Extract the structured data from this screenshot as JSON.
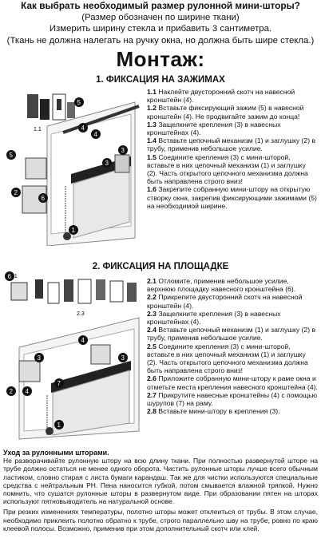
{
  "header": {
    "line1": "Как выбрать необходимый размер рулонной мини-шторы?",
    "line2": "(Размер обозначен по ширине ткани)",
    "line3": "Измерить ширину стекла и прибавить 3 сантиметра.",
    "line4": "(Ткань не должна налегать на ручку окна, но должна быть шире стекла.)"
  },
  "title": "Монтаж:",
  "section1": {
    "title": "1. ФИКСАЦИЯ НА ЗАЖИМАХ",
    "fig_label": "1.1",
    "callouts": [
      "1",
      "2",
      "3",
      "4",
      "5",
      "6",
      "3",
      "4",
      "5"
    ],
    "steps": [
      {
        "num": "1.1",
        "text": " Наклейте двусторонний скотч на навесной кронштейн (4)."
      },
      {
        "num": "1.2",
        "text": " Вставьте фиксирующий зажим (5) в навесной кронштейн (4). Не продвигайте зажим до конца!"
      },
      {
        "num": "1.3",
        "text": " Защелкните крепления (3) в навесных кронштейнах (4)."
      },
      {
        "num": "1.4",
        "text": " Вставьте цепочный механизм (1) и заглушку (2) в трубу, применив небольшое усилие."
      },
      {
        "num": "1.5",
        "text": " Соедините крепления (3) с мини-шторой, вставьте в них цепочный механизм (1) и заглушку (2). Часть открытого цепочного механизма должна быть направлена строго вниз!"
      },
      {
        "num": "1.6",
        "text": " Закрепите собранную мини-штору на открытую створку окна, закрепив фиксирующими зажимами (5) на необходимой ширине."
      }
    ]
  },
  "section2": {
    "title": "2. ФИКСАЦИЯ НА ПЛОЩАДКЕ",
    "fig_label": "2.1",
    "fig_label2": "2.3",
    "callouts": [
      "6",
      "1",
      "2",
      "3",
      "4",
      "7",
      "3",
      "4"
    ],
    "steps": [
      {
        "num": "2.1",
        "text": " Отломите, применив небольшое усилие, верхнюю площадку навесного кронштейна (6)."
      },
      {
        "num": "2.2",
        "text": " Прикрепите двусторонний скотч на навесной кронштейн (4)."
      },
      {
        "num": "2.3",
        "text": " Защелкните крепления (3) в навесных кронштейнах (4)."
      },
      {
        "num": "2.4",
        "text": " Вставьте цепочный механизм (1) и заглушку (2) в трубу, применив небольшое усилие."
      },
      {
        "num": "2.5",
        "text": " Соедините крепления (3) с мини-шторой, вставьте в них цепочный механизм (1) и заглушку (2). Часть открытого цепочного механизма должна быть направлена строго вниз!"
      },
      {
        "num": "2.6",
        "text": " Приложите собранную мини-штору к раме окна и отметьте места крепления навесного кронштейна (4)."
      },
      {
        "num": "2.7",
        "text": " Прикрутите навесные кронштейны (4) с помощью шурупов (7) на раму."
      },
      {
        "num": "2.8",
        "text": " Вставьте мини-штору в крепления (3)."
      }
    ]
  },
  "care": {
    "title": "Уход за рулонными шторами.",
    "p1": "Не разворачивайте рулонную штору на всю длину ткани. При полностью развернутой шторе на трубе должно остаться не менее одного оборота. Чистить рулонные шторы лучше всего обычным ластиком, словно стирая с листа бумаги карандаш. Так же для чистки используются специальные средства с нейтральным PH. Пена наносится губкой, потом смывается влажной тряпкой. Нужно помнить, что сушатся рулонные шторы в развернутом виде. При образовании пятен на шторах используют пятновыводитель на натуральной основе.",
    "p2": "При резких изменениях температуры, полотно шторы может отклеиться от трубы. В этом случае, необходимо приклеить полотно обратно к трубе, строго параллельно шву на трубе, ровно по краю клеевой полосы. Возможно, применив при этом дополнительный скотч или клей."
  }
}
